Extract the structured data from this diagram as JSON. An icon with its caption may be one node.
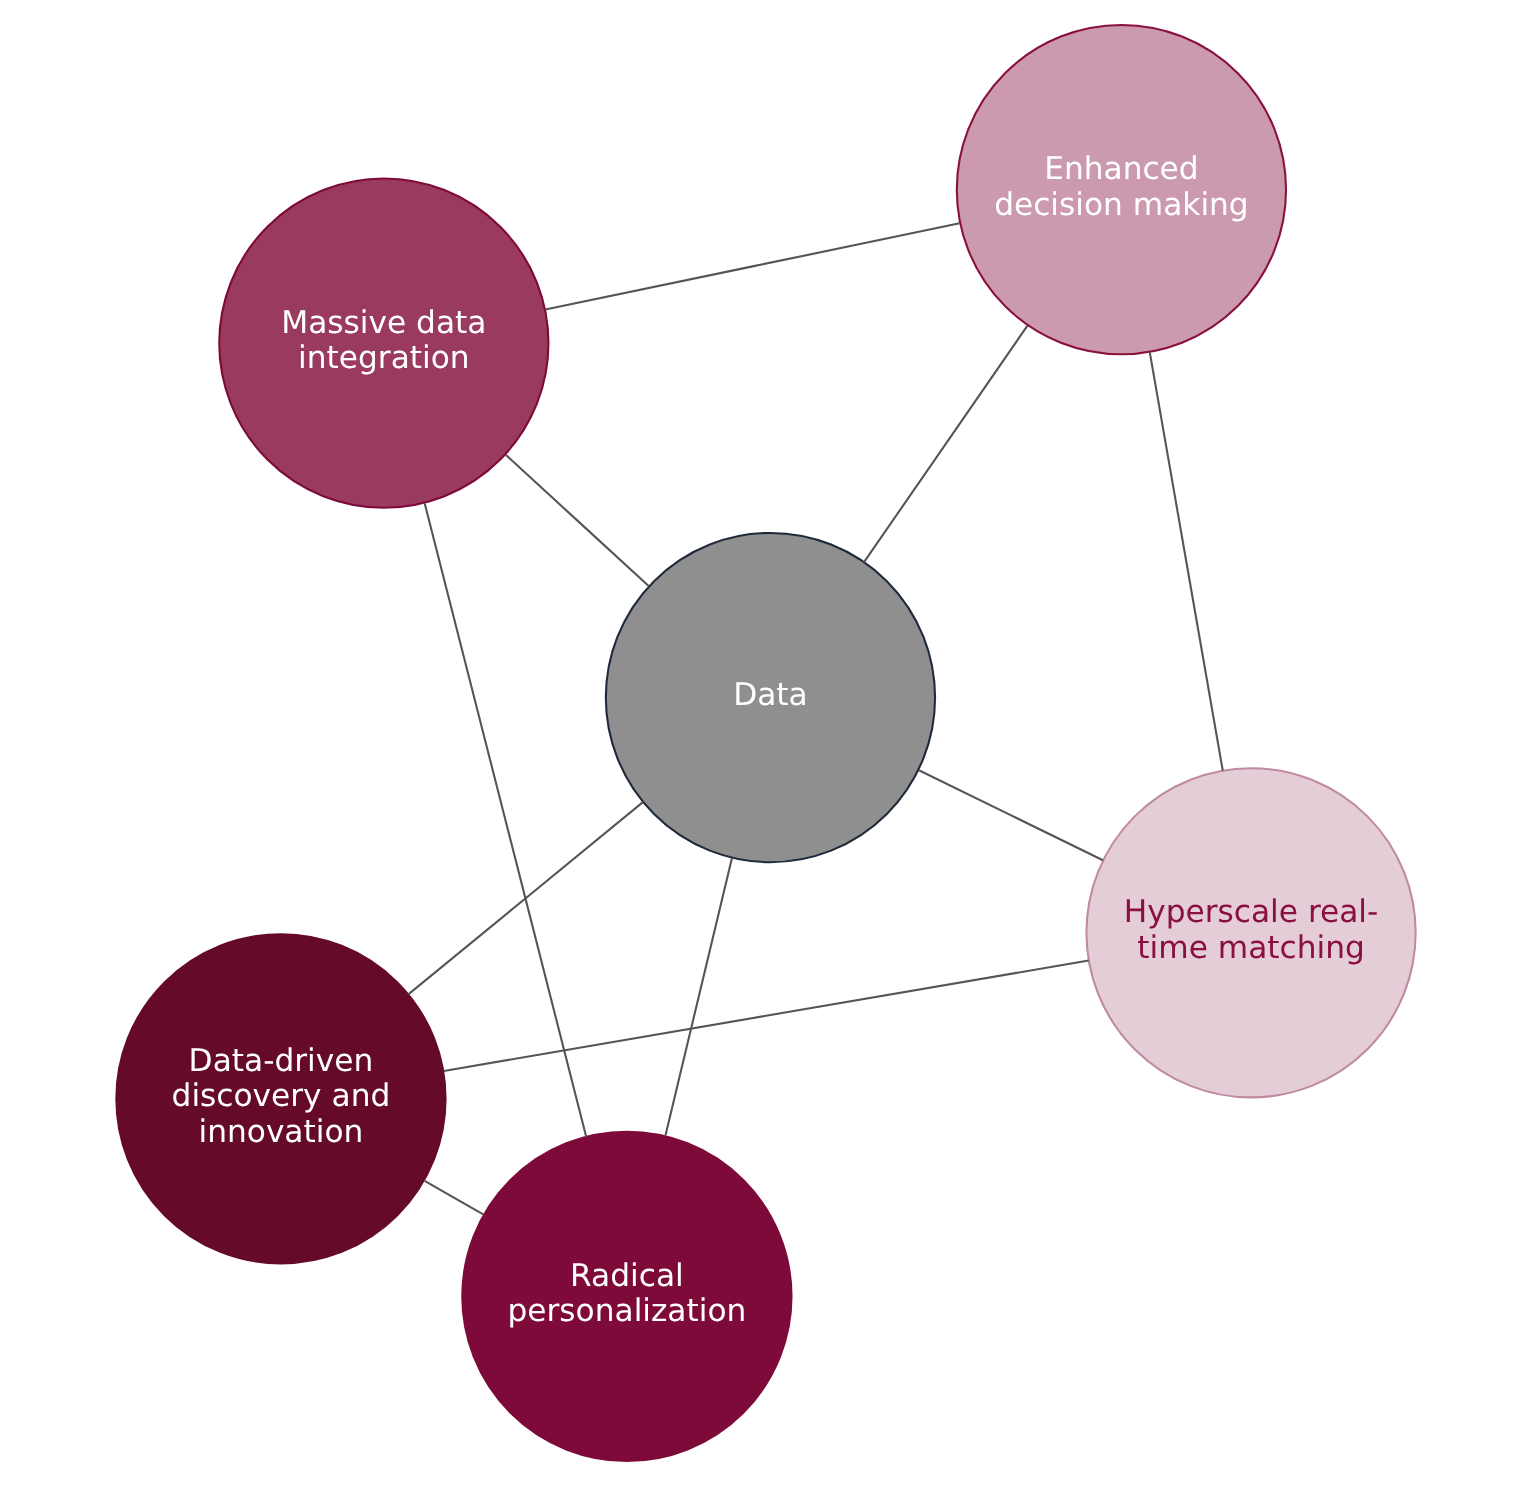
{
  "diagram": {
    "nodes": [
      {
        "text": [
          "Data-driven discovery and innovation"
        ]
      },
      {
        "text": [
          "Hyperscale real-time matching"
        ]
      },
      {
        "text": [
          "Radical personalization"
        ]
      },
      {
        "text": [
          "Data"
        ]
      },
      {
        "text": [
          "Enhanced decision making"
        ]
      },
      {
        "text": [
          "Massive data integration"
        ]
      }
    ],
    "edges": [
      {
        "from": 1,
        "to": 0,
        "arrow": "none"
      },
      {
        "from": 0,
        "to": 2,
        "arrow": "none"
      },
      {
        "from": 0,
        "to": 3,
        "arrow": "none"
      },
      {
        "from": 1,
        "to": 3,
        "arrow": "none"
      },
      {
        "from": 3,
        "to": 2,
        "arrow": "none"
      },
      {
        "from": 1,
        "to": 4,
        "arrow": "none"
      },
      {
        "from": 2,
        "to": 5,
        "arrow": "none"
      },
      {
        "from": 3,
        "to": 4,
        "arrow": "none"
      },
      {
        "from": 3,
        "to": 5,
        "arrow": "none"
      },
      {
        "from": 4,
        "to": 5,
        "arrow": "none"
      }
    ]
  }
}
